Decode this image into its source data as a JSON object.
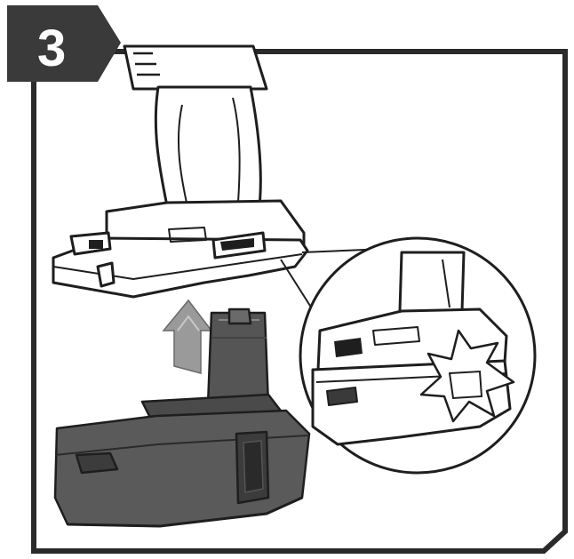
{
  "step": {
    "number": "3"
  },
  "figure": {
    "tool": "cordless-drill",
    "accessory": "battery-pack",
    "action": "insert-battery",
    "direction_icon": "arrow-up-icon",
    "detail_icon": "click-burst-icon"
  },
  "colors": {
    "badge": "#3a3a3a",
    "frame": "#2a2a2a",
    "battery": "#555555",
    "battery_dark": "#3c3c3c",
    "arrow": "#9a9a9a",
    "line": "#1e1e1e"
  }
}
